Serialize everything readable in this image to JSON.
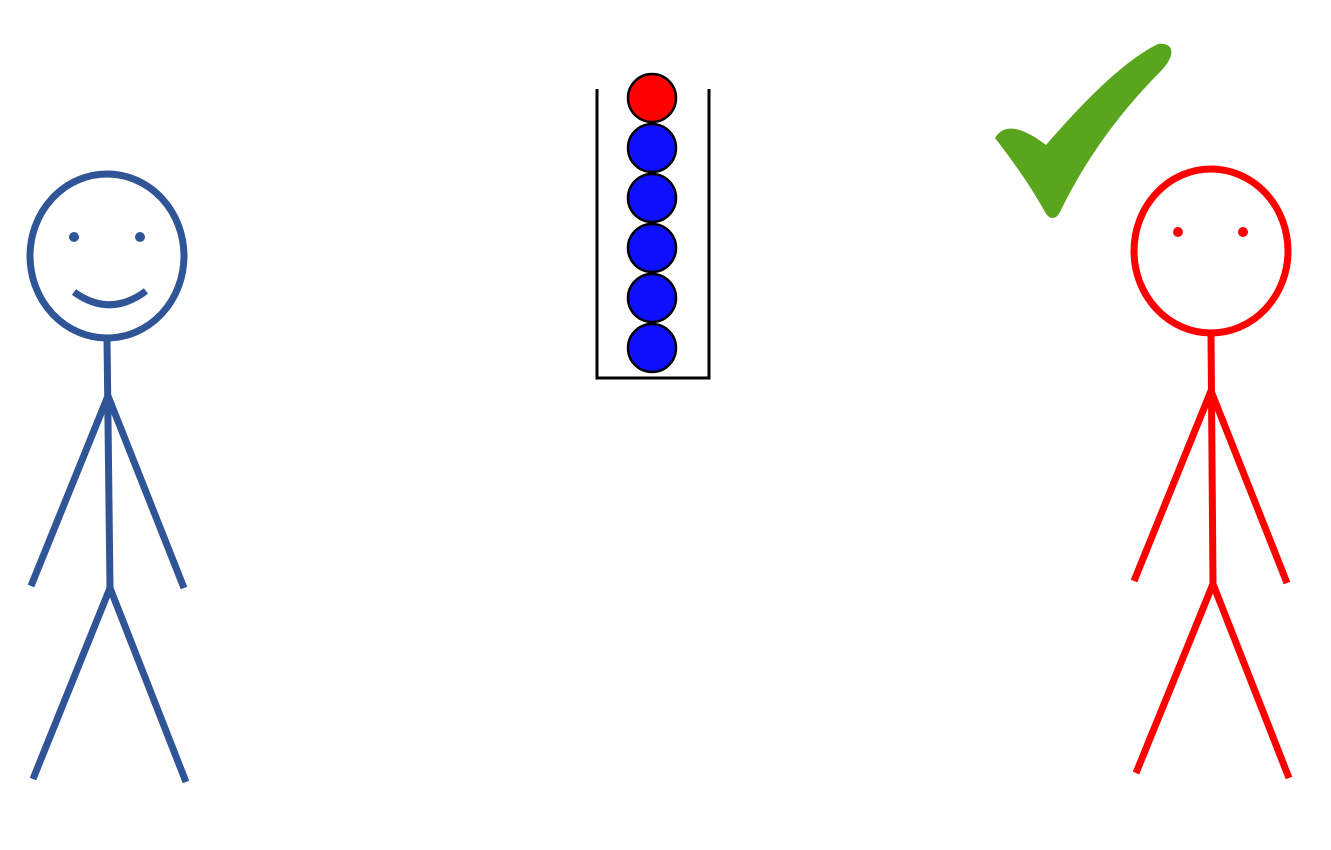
{
  "colors": {
    "background": "#ffffff",
    "left_figure": "#2f5597",
    "right_figure": "#ff0000",
    "checkmark": "#5aa51e",
    "container_outline": "#000000",
    "ball_outline": "#000000",
    "ball_red": "#ff0000",
    "ball_blue": "#0f0fff"
  },
  "left_figure": {
    "expression": "smiling",
    "icon": "stick-figure-icon"
  },
  "right_figure": {
    "expression": "neutral",
    "icon": "stick-figure-icon"
  },
  "container": {
    "icon": "tube-icon",
    "balls_top_to_bottom": [
      "red",
      "blue",
      "blue",
      "blue",
      "blue",
      "blue"
    ]
  },
  "checkmark": {
    "icon": "checkmark-icon",
    "near": "right_figure"
  }
}
